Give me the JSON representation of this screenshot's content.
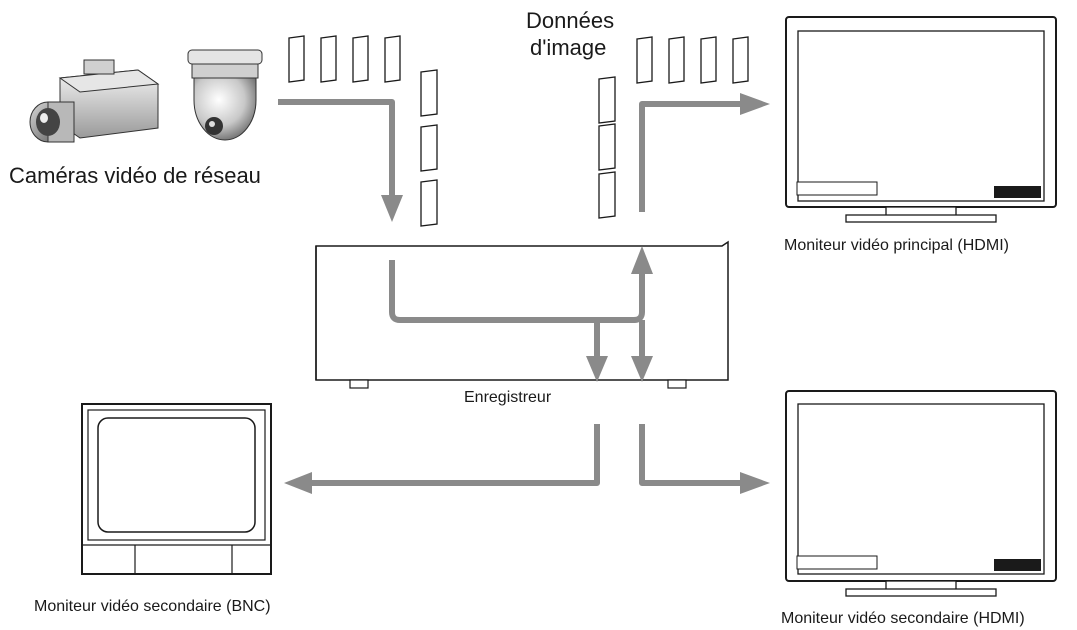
{
  "labels": {
    "cameras": "Caméras vidéo de réseau",
    "image_data_line1": "Données",
    "image_data_line2": "d'image",
    "recorder": "Enregistreur",
    "main_monitor": "Moniteur vidéo principal (HDMI)",
    "sub_monitor_bnc": "Moniteur vidéo secondaire (BNC)",
    "sub_monitor_hdmi": "Moniteur vidéo secondaire (HDMI)"
  },
  "colors": {
    "arrow": "#8a8a8a",
    "outline": "#1a1a1a",
    "background": "#ffffff",
    "panel": "#1a1a1a"
  },
  "icons": [
    "box-camera-icon",
    "dome-camera-icon",
    "image-frame-icon",
    "recorder-icon",
    "lcd-monitor-icon",
    "crt-monitor-icon"
  ]
}
